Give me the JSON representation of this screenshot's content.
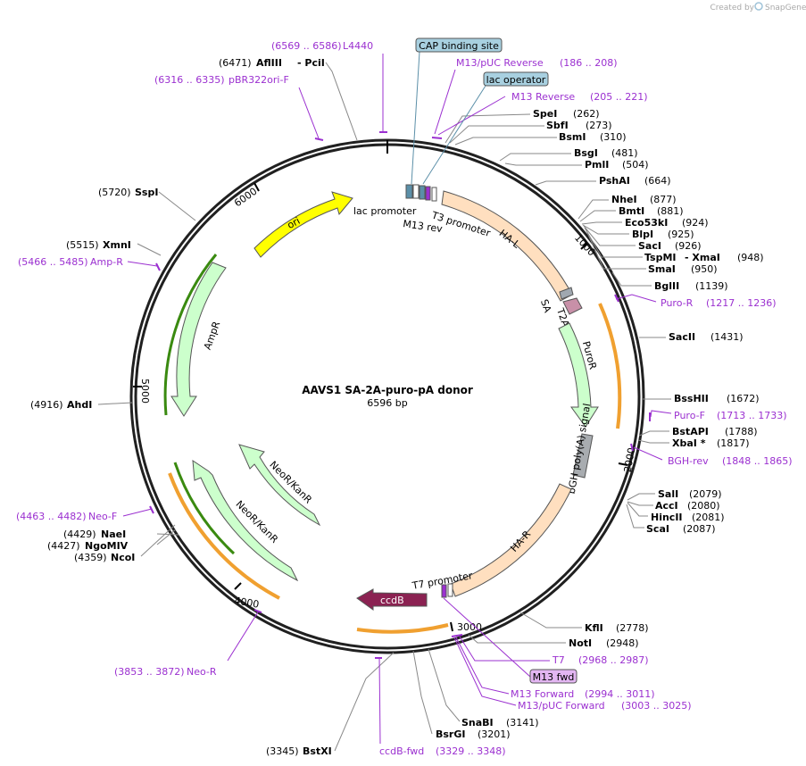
{
  "credit": {
    "prefix": "Created by",
    "brand": "SnapGene"
  },
  "plasmid": {
    "name": "AAVS1 SA-2A-puro-pA donor",
    "length_label": "6596 bp"
  },
  "colors": {
    "ori": "#ffff00",
    "green_feature": "#ccffcc",
    "arm": "#ffdfbf",
    "t2a": "#c890a8",
    "polyA": "#a8acb0",
    "ccdB": "#8b2252",
    "primer": "#9b30d0",
    "orf_orange": "#f0a030",
    "orf_green": "#3a8a10"
  },
  "scale_ticks": [
    "1000",
    "2000",
    "3000",
    "4000",
    "5000",
    "6000"
  ],
  "enzymes": [
    {
      "name": "SpeI",
      "pos": "(262)"
    },
    {
      "name": "SbfI",
      "pos": "(273)"
    },
    {
      "name": "BsmI",
      "pos": "(310)"
    },
    {
      "name": "BsgI",
      "pos": "(481)"
    },
    {
      "name": "PmlI",
      "pos": "(504)"
    },
    {
      "name": "PshAI",
      "pos": "(664)"
    },
    {
      "name": "NheI",
      "pos": "(877)"
    },
    {
      "name": "BmtI",
      "pos": "(881)"
    },
    {
      "name": "Eco53kI",
      "pos": "(924)"
    },
    {
      "name": "BlpI",
      "pos": "(925)"
    },
    {
      "name": "SacI",
      "pos": "(926)"
    },
    {
      "name": "TspMI",
      "name2": "- XmaI",
      "pos": "(948)"
    },
    {
      "name": "SmaI",
      "pos": "(950)"
    },
    {
      "name": "BglII",
      "pos": "(1139)"
    },
    {
      "name": "SacII",
      "pos": "(1431)"
    },
    {
      "name": "BssHII",
      "pos": "(1672)"
    },
    {
      "name": "BstAPI",
      "pos": "(1788)"
    },
    {
      "name": "XbaI *",
      "pos": "(1817)"
    },
    {
      "name": "SalI",
      "pos": "(2079)"
    },
    {
      "name": "AccI",
      "pos": "(2080)"
    },
    {
      "name": "HincII",
      "pos": "(2081)"
    },
    {
      "name": "ScaI",
      "pos": "(2087)"
    },
    {
      "name": "KflI",
      "pos": "(2778)"
    },
    {
      "name": "NotI",
      "pos": "(2948)"
    },
    {
      "name": "SnaBI",
      "pos": "(3141)"
    },
    {
      "name": "BsrGI",
      "pos": "(3201)"
    },
    {
      "name": "BstXI",
      "pos": "(3345)"
    },
    {
      "name": "NcoI",
      "pos": "(4359)"
    },
    {
      "name": "NgoMIV",
      "pos": "(4427)"
    },
    {
      "name": "NaeI",
      "pos": "(4429)"
    },
    {
      "name": "AhdI",
      "pos": "(4916)"
    },
    {
      "name": "XmnI",
      "pos": "(5515)"
    },
    {
      "name": "SspI",
      "pos": "(5720)"
    },
    {
      "name": "AflIII",
      "name2": "- PciI",
      "pos": "(6471)"
    }
  ],
  "primers": [
    {
      "name": "L4440",
      "range": "(6569 .. 6586)"
    },
    {
      "name": "pBR322ori-F",
      "range": "(6316 .. 6335)"
    },
    {
      "name": "M13/pUC Reverse",
      "range": "(186 .. 208)"
    },
    {
      "name": "M13 Reverse",
      "range": "(205 .. 221)"
    },
    {
      "name": "Puro-R",
      "range": "(1217 .. 1236)"
    },
    {
      "name": "Puro-F",
      "range": "(1713 .. 1733)"
    },
    {
      "name": "BGH-rev",
      "range": "(1848 .. 1865)"
    },
    {
      "name": "T7",
      "range": "(2968 .. 2987)"
    },
    {
      "name": "M13 Forward",
      "range": "(2994 .. 3011)"
    },
    {
      "name": "M13/pUC Forward",
      "range": "(3003 .. 3025)"
    },
    {
      "name": "ccdB-fwd",
      "range": "(3329 .. 3348)"
    },
    {
      "name": "Neo-R",
      "range": "(3853 .. 3872)"
    },
    {
      "name": "Neo-F",
      "range": "(4463 .. 4482)"
    },
    {
      "name": "Amp-R",
      "range": "(5466 .. 5485)"
    }
  ],
  "boxed_features": [
    "CAP binding site",
    "lac operator",
    "M13 fwd"
  ],
  "features": [
    "ori",
    "lac promoter",
    "M13 rev",
    "T3 promoter",
    "HA-L",
    "SA",
    "T2A",
    "PuroR",
    "bGH poly(A) signal",
    "HA-R",
    "T7 promoter",
    "ccdB",
    "NeoR/KanR",
    "NeoR/KanR",
    "AmpR"
  ]
}
